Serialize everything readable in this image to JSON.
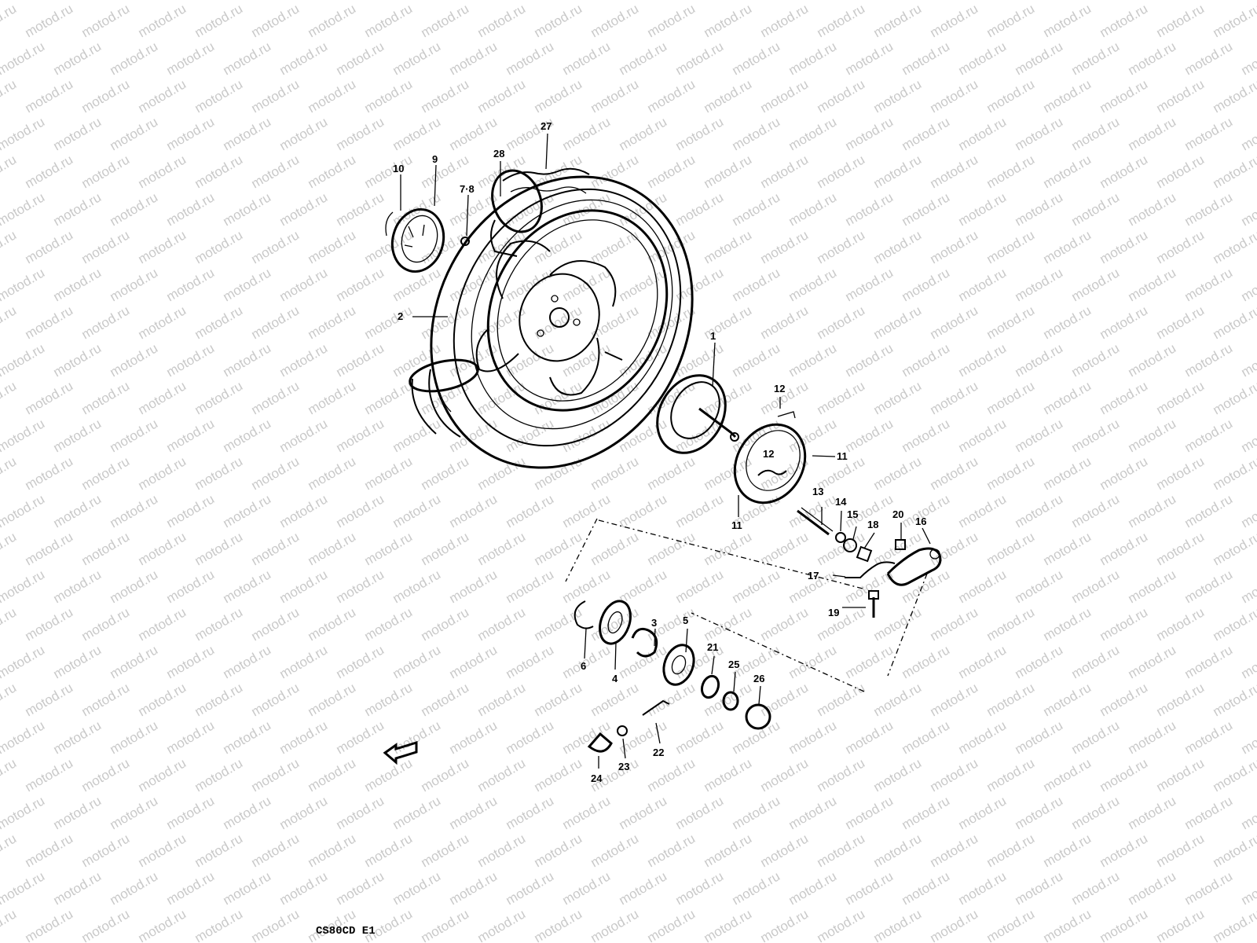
{
  "watermark": "motod.ru",
  "diagram_code": "CS80CD E1",
  "callouts": [
    {
      "id": "c1",
      "label": "1"
    },
    {
      "id": "c2",
      "label": "2"
    },
    {
      "id": "c3",
      "label": "3"
    },
    {
      "id": "c4",
      "label": "4"
    },
    {
      "id": "c5",
      "label": "5"
    },
    {
      "id": "c6",
      "label": "6"
    },
    {
      "id": "c78",
      "label": "7·8"
    },
    {
      "id": "c9",
      "label": "9"
    },
    {
      "id": "c10",
      "label": "10"
    },
    {
      "id": "c11a",
      "label": "11"
    },
    {
      "id": "c11b",
      "label": "11"
    },
    {
      "id": "c12a",
      "label": "12"
    },
    {
      "id": "c12b",
      "label": "12"
    },
    {
      "id": "c13",
      "label": "13"
    },
    {
      "id": "c14",
      "label": "14"
    },
    {
      "id": "c15",
      "label": "15"
    },
    {
      "id": "c16",
      "label": "16"
    },
    {
      "id": "c17",
      "label": "17"
    },
    {
      "id": "c18",
      "label": "18"
    },
    {
      "id": "c19",
      "label": "19"
    },
    {
      "id": "c20",
      "label": "20"
    },
    {
      "id": "c21",
      "label": "21"
    },
    {
      "id": "c22",
      "label": "22"
    },
    {
      "id": "c23",
      "label": "23"
    },
    {
      "id": "c24",
      "label": "24"
    },
    {
      "id": "c25",
      "label": "25"
    },
    {
      "id": "c26",
      "label": "26"
    },
    {
      "id": "c27",
      "label": "27"
    },
    {
      "id": "c28",
      "label": "28"
    }
  ]
}
